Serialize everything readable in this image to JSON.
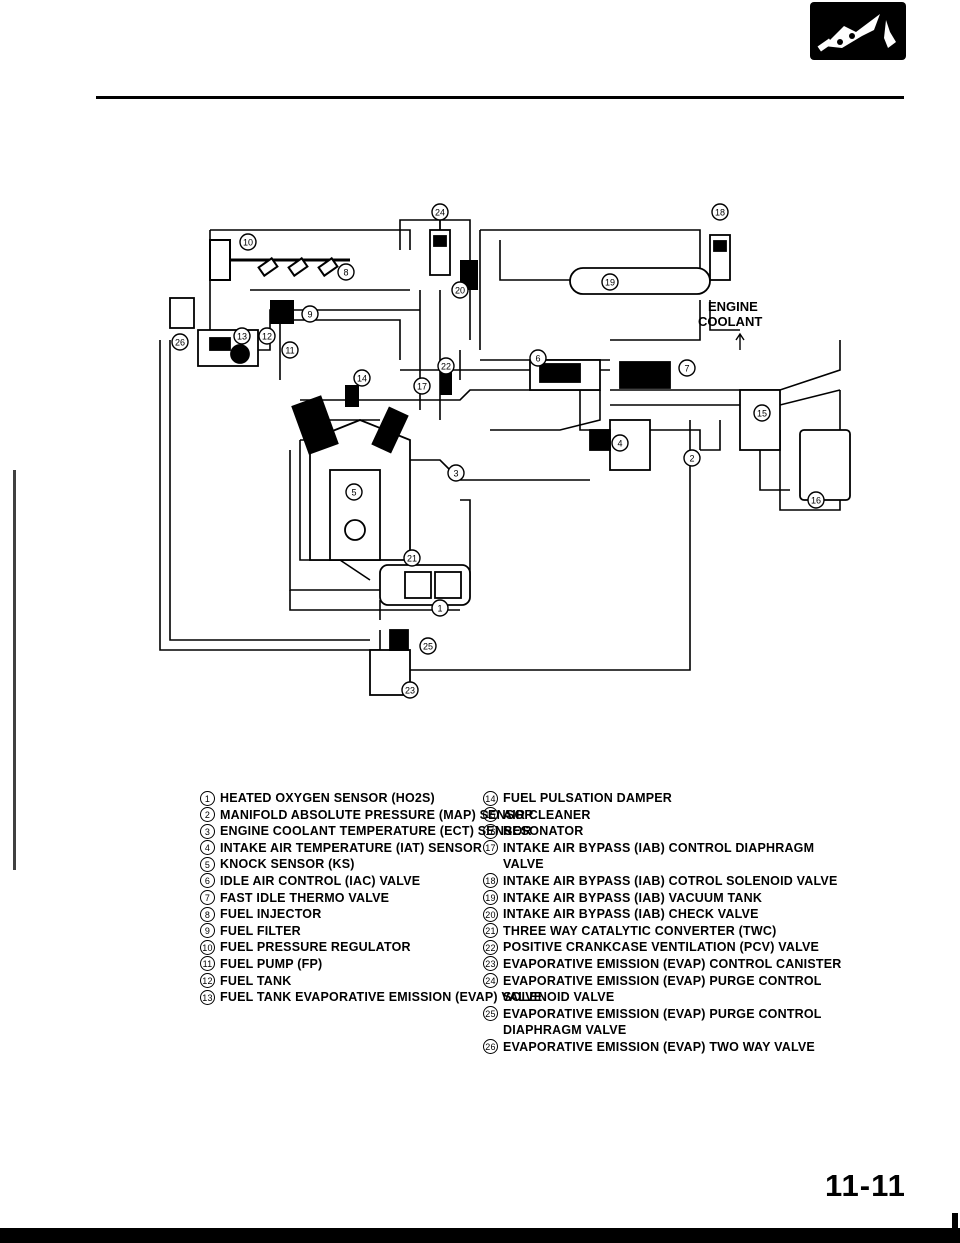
{
  "page": {
    "number": "11-11"
  },
  "diagram": {
    "callouts": [
      "24",
      "18",
      "10",
      "8",
      "20",
      "19",
      "9",
      "26",
      "13",
      "12",
      "11",
      "22",
      "6",
      "7",
      "14",
      "17",
      "15",
      "4",
      "2",
      "3",
      "5",
      "16",
      "21",
      "1",
      "25",
      "23"
    ],
    "labels": {
      "coolant_line1": "ENGINE",
      "coolant_line2": "COOLANT"
    }
  },
  "legend_left": [
    {
      "num": "1",
      "text": "HEATED OXYGEN SENSOR (HO2S)"
    },
    {
      "num": "2",
      "text": "MANIFOLD ABSOLUTE PRESSURE (MAP) SENSOR"
    },
    {
      "num": "3",
      "text": "ENGINE COOLANT TEMPERATURE (ECT) SENSOR"
    },
    {
      "num": "4",
      "text": "INTAKE AIR TEMPERATURE (IAT) SENSOR"
    },
    {
      "num": "5",
      "text": "KNOCK SENSOR (KS)"
    },
    {
      "num": "6",
      "text": "IDLE AIR CONTROL (IAC) VALVE"
    },
    {
      "num": "7",
      "text": "FAST IDLE THERMO VALVE"
    },
    {
      "num": "8",
      "text": "FUEL INJECTOR"
    },
    {
      "num": "9",
      "text": "FUEL FILTER"
    },
    {
      "num": "10",
      "text": "FUEL PRESSURE REGULATOR"
    },
    {
      "num": "11",
      "text": "FUEL PUMP (FP)"
    },
    {
      "num": "12",
      "text": "FUEL TANK"
    },
    {
      "num": "13",
      "text": "FUEL TANK EVAPORATIVE EMISSION (EVAP) VALVE"
    }
  ],
  "legend_right": [
    {
      "num": "14",
      "text": "FUEL PULSATION DAMPER"
    },
    {
      "num": "15",
      "text": "AIR CLEANER"
    },
    {
      "num": "16",
      "text": "RESONATOR"
    },
    {
      "num": "17",
      "text": "INTAKE AIR BYPASS (IAB) CONTROL DIAPHRAGM"
    },
    {
      "num": "",
      "text": "VALVE"
    },
    {
      "num": "18",
      "text": "INTAKE AIR BYPASS (IAB) COTROL SOLENOID VALVE"
    },
    {
      "num": "19",
      "text": "INTAKE AIR BYPASS (IAB) VACUUM TANK"
    },
    {
      "num": "20",
      "text": "INTAKE AIR BYPASS (IAB) CHECK VALVE"
    },
    {
      "num": "21",
      "text": "THREE WAY CATALYTIC CONVERTER (TWC)"
    },
    {
      "num": "22",
      "text": "POSITIVE CRANKCASE VENTILATION (PCV) VALVE"
    },
    {
      "num": "23",
      "text": "EVAPORATIVE EMISSION (EVAP) CONTROL CANISTER"
    },
    {
      "num": "24",
      "text": "EVAPORATIVE EMISSION (EVAP) PURGE CONTROL"
    },
    {
      "num": "",
      "text": "SOLENOID VALVE"
    },
    {
      "num": "25",
      "text": "EVAPORATIVE EMISSION (EVAP) PURGE CONTROL"
    },
    {
      "num": "",
      "text": "DIAPHRAGM VALVE"
    },
    {
      "num": "26",
      "text": "EVAPORATIVE EMISSION (EVAP) TWO WAY VALVE"
    }
  ]
}
